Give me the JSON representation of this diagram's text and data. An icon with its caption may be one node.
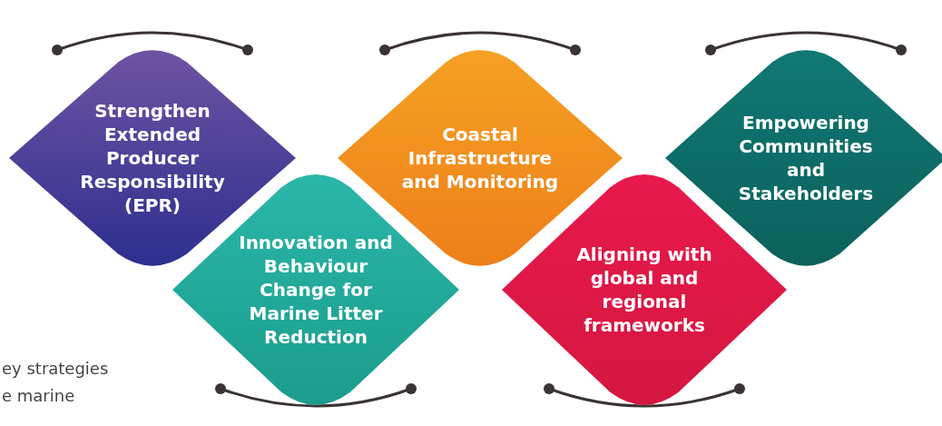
{
  "diagram": {
    "nodes": [
      {
        "text": [
          "Strengthen Extended Producer Responsibility (EPR)"
        ]
      },
      {
        "text": [
          "Innovation and Behaviour Change for Marine Litter Reduction"
        ]
      },
      {
        "text": [
          "Coastal Infrastructure and Monitoring"
        ]
      },
      {
        "text": [
          "Aligning with global and regional frameworks"
        ]
      },
      {
        "text": [
          "Empowering Communities and Stakeholders"
        ]
      }
    ],
    "edges": [],
    "labels": [
      "ey strategies",
      "e marine"
    ]
  }
}
